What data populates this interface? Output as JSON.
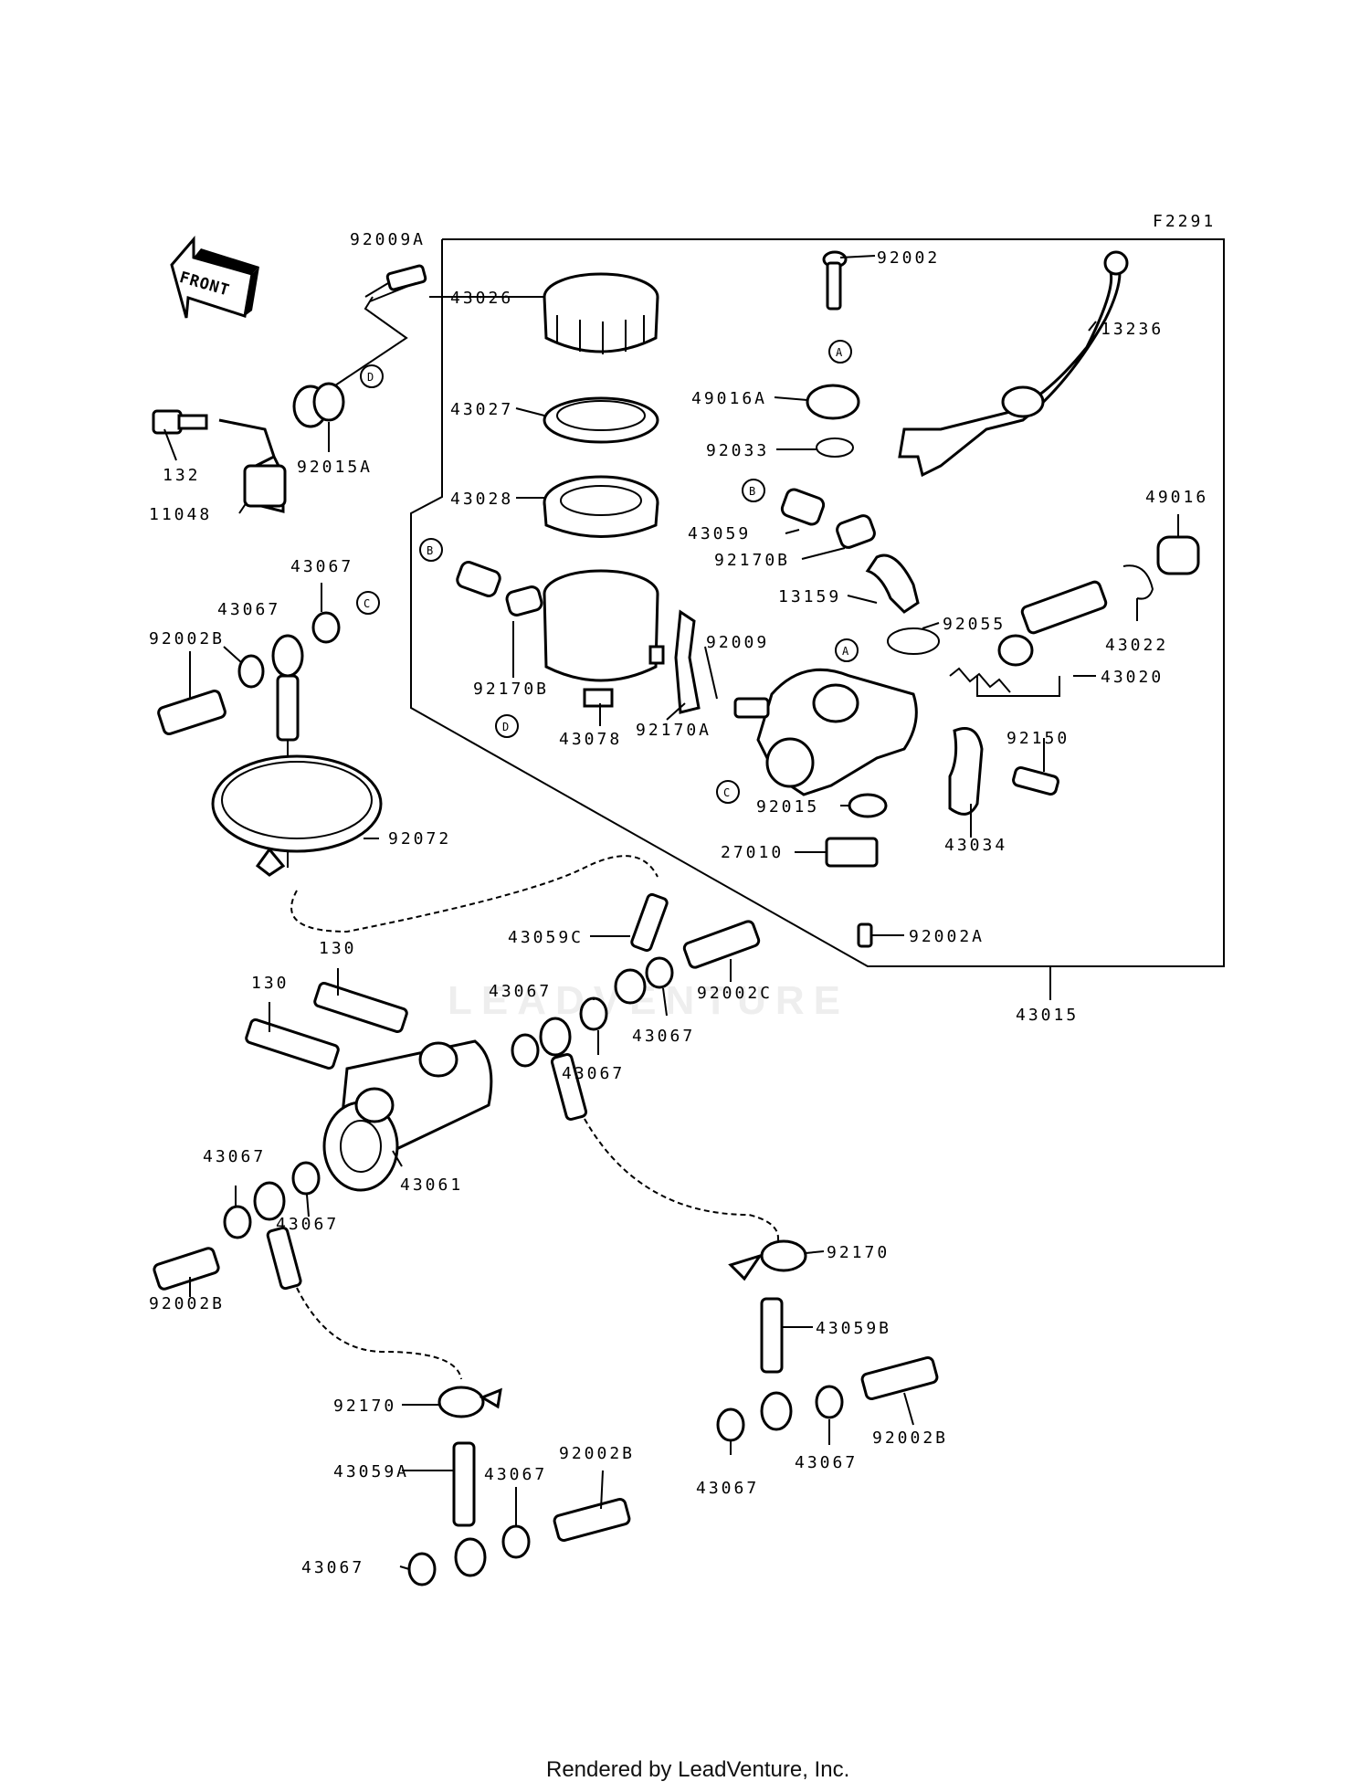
{
  "diagram_code": "F2291",
  "front_arrow": "FRONT",
  "watermark": "LEADVENTURE",
  "footer": "Rendered by LeadVenture, Inc.",
  "labels": {
    "p92009A": "92009A",
    "p92002": "92002",
    "p13236": "13236",
    "p43026": "43026",
    "p43027": "43027",
    "p49016A": "49016A",
    "p92033": "92033",
    "p43028": "43028",
    "p43059": "43059",
    "p92170B_r": "92170B",
    "p13159": "13159",
    "p49016": "49016",
    "p92055": "92055",
    "p43022": "43022",
    "p43020": "43020",
    "p132": "132",
    "p92015A": "92015A",
    "p11048": "11048",
    "p43067_a": "43067",
    "p43067_b": "43067",
    "p92002B_a": "92002B",
    "p92170B_l": "92170B",
    "p92009": "92009",
    "p92170A": "92170A",
    "p43078": "43078",
    "p92150": "92150",
    "p92015": "92015",
    "p43034": "43034",
    "p27010": "27010",
    "p92072": "92072",
    "p92002A": "92002A",
    "p43059C": "43059C",
    "p92002C": "92002C",
    "p43015": "43015",
    "p130_a": "130",
    "p130_b": "130",
    "p43067_c": "43067",
    "p43067_d": "43067",
    "p43067_e": "43067",
    "p43061": "43061",
    "p43067_f": "43067",
    "p43067_g": "43067",
    "p92002B_b": "92002B",
    "p92170_r": "92170",
    "p43059B": "43059B",
    "p92170_l": "92170",
    "p43059A": "43059A",
    "p92002B_c": "92002B",
    "p92002B_d": "92002B",
    "p43067_h": "43067",
    "p43067_i": "43067",
    "p43067_j": "43067",
    "p43067_k": "43067"
  },
  "refs": {
    "A": "A",
    "B": "B",
    "C": "C",
    "D": "D"
  }
}
